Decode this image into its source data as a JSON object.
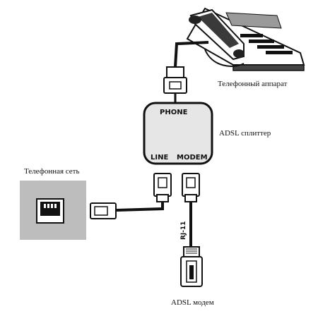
{
  "labels": {
    "telephone": "Телефонный аппарат",
    "splitter": "ADSL сплиттер",
    "phone_network": "Телефонная сеть",
    "modem": "ADSL модем"
  },
  "ports": {
    "phone": "PHONE",
    "line": "LINE",
    "modem": "MODEM"
  },
  "cable": {
    "type": "RJ-11"
  },
  "colors": {
    "line": "#111111",
    "splitter_fill": "#e6e6e6",
    "wall_plate": "#bdbdbd",
    "phone_body": "#ffffff"
  },
  "icons": {
    "telephone": "desk-phone-icon",
    "splitter": "splitter-box-icon",
    "wall_socket": "rj11-wall-socket-icon",
    "plug": "rj11-plug-icon"
  }
}
